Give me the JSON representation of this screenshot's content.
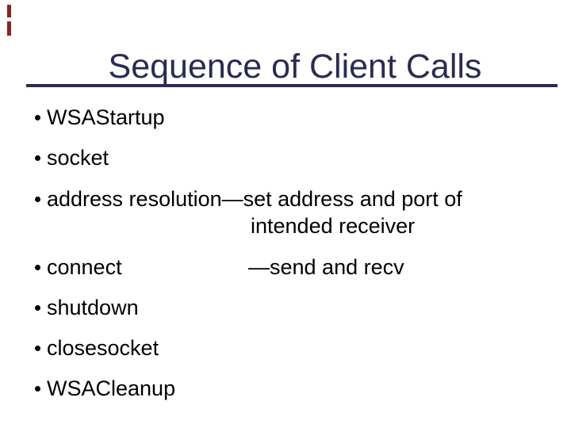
{
  "slide": {
    "title": "Sequence of Client Calls",
    "colors": {
      "accent": "#2B2B52",
      "body_text": "#000000",
      "corner_mark": "#8B2424",
      "background": "#FFFFFF"
    },
    "decorations": {
      "corner_tick": "top-left-red-dashes",
      "title_underline": "full-width-navy-rule"
    },
    "bullets": [
      {
        "text": "WSAStartup"
      },
      {
        "text": "socket"
      },
      {
        "text": "address resolution—set address and port of",
        "line2": "intended receiver"
      },
      {
        "text": "connect",
        "annotation": "—send and recv"
      },
      {
        "text": "shutdown"
      },
      {
        "text": "closesocket"
      },
      {
        "text": "WSACleanup"
      }
    ]
  }
}
